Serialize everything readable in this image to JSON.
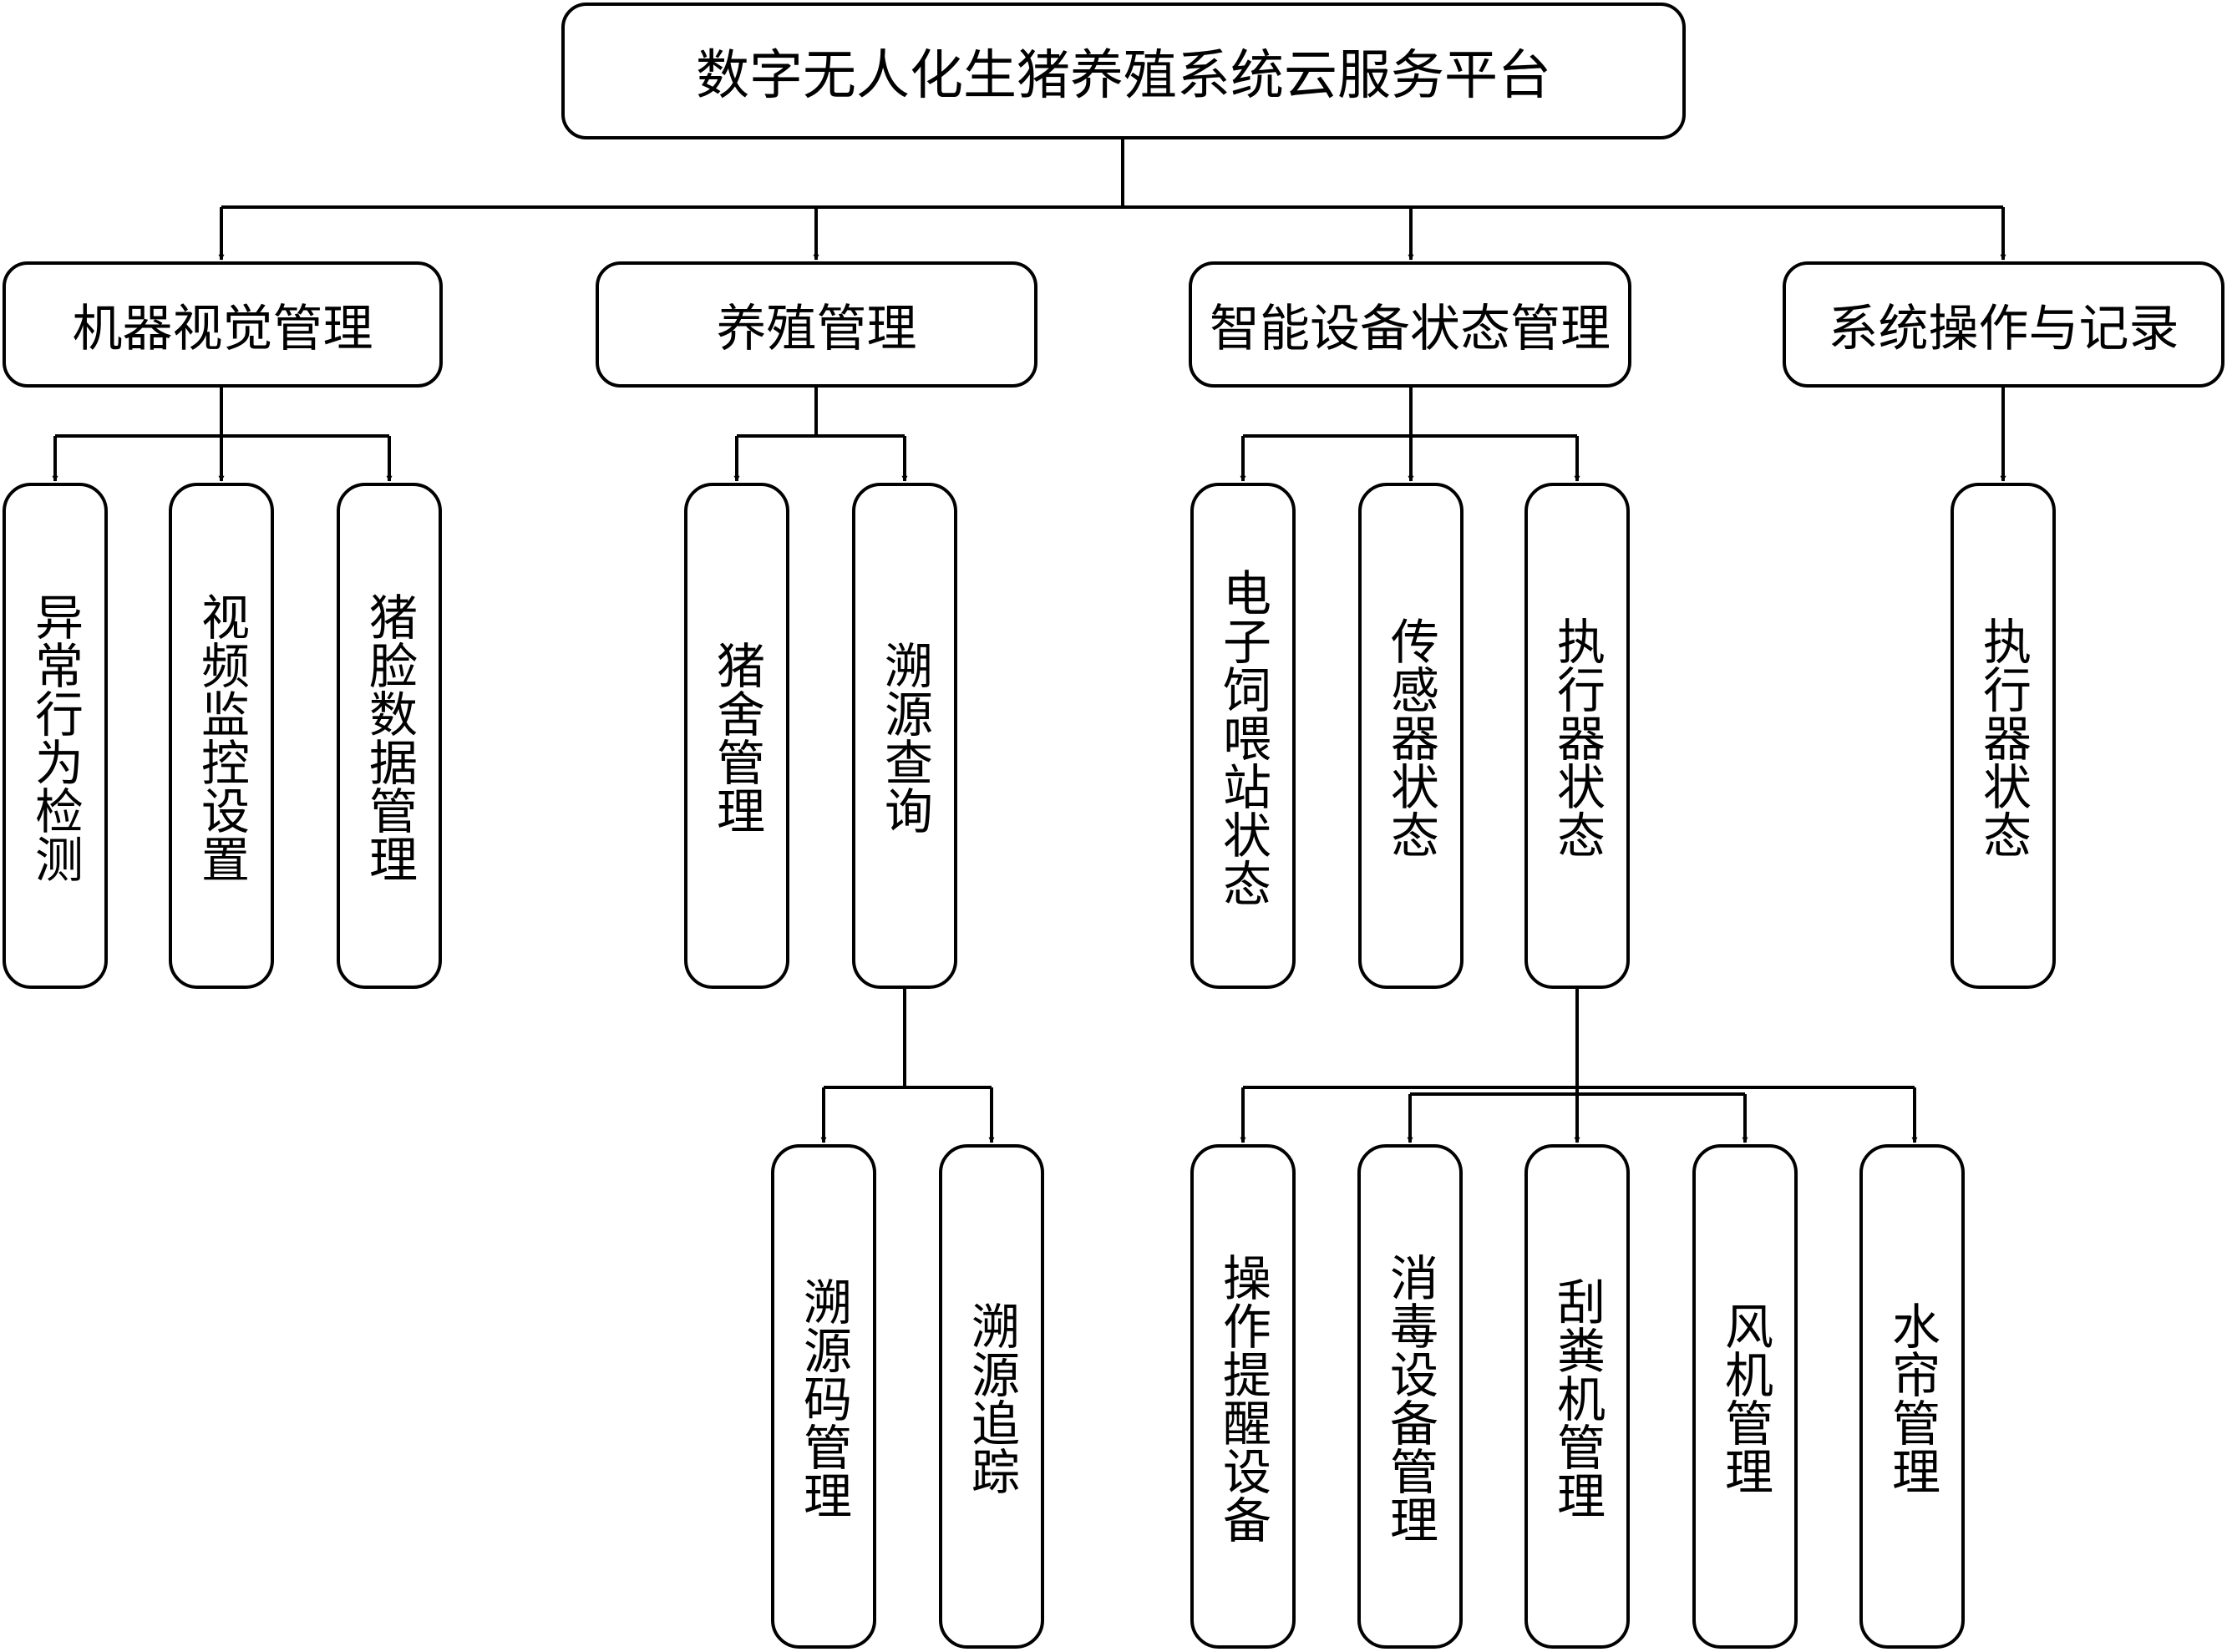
{
  "root": {
    "label": "数字无人化生猪养殖系统云服务平台"
  },
  "categories": [
    {
      "id": "cat1",
      "label": "机器视觉管理",
      "children": [
        {
          "id": "c1a",
          "label": "异常行为检测"
        },
        {
          "id": "c1b",
          "label": "视频监控设置"
        },
        {
          "id": "c1c",
          "label": "猪脸数据管理"
        }
      ]
    },
    {
      "id": "cat2",
      "label": "养殖管理",
      "children": [
        {
          "id": "c2a",
          "label": "猪舍管理"
        },
        {
          "id": "c2b",
          "label": "溯源查询",
          "children": [
            {
              "id": "c2b1",
              "label": "溯源码管理"
            },
            {
              "id": "c2b2",
              "label": "溯源追踪"
            }
          ]
        }
      ]
    },
    {
      "id": "cat3",
      "label": "智能设备状态管理",
      "children": [
        {
          "id": "c3a",
          "label": "电子饲喂站状态"
        },
        {
          "id": "c3b",
          "label": "传感器状态"
        },
        {
          "id": "c3c",
          "label": "执行器状态",
          "children": [
            {
              "id": "c3c1",
              "label": "操作提醒设备"
            },
            {
              "id": "c3c2",
              "label": "消毒设备管理"
            },
            {
              "id": "c3c3",
              "label": "刮粪机管理"
            },
            {
              "id": "c3c4",
              "label": "风机管理"
            },
            {
              "id": "c3c5",
              "label": "水帘管理"
            }
          ]
        }
      ]
    },
    {
      "id": "cat4",
      "label": "系统操作与记录",
      "children": [
        {
          "id": "c4a",
          "label": "执行器状态"
        }
      ]
    }
  ]
}
